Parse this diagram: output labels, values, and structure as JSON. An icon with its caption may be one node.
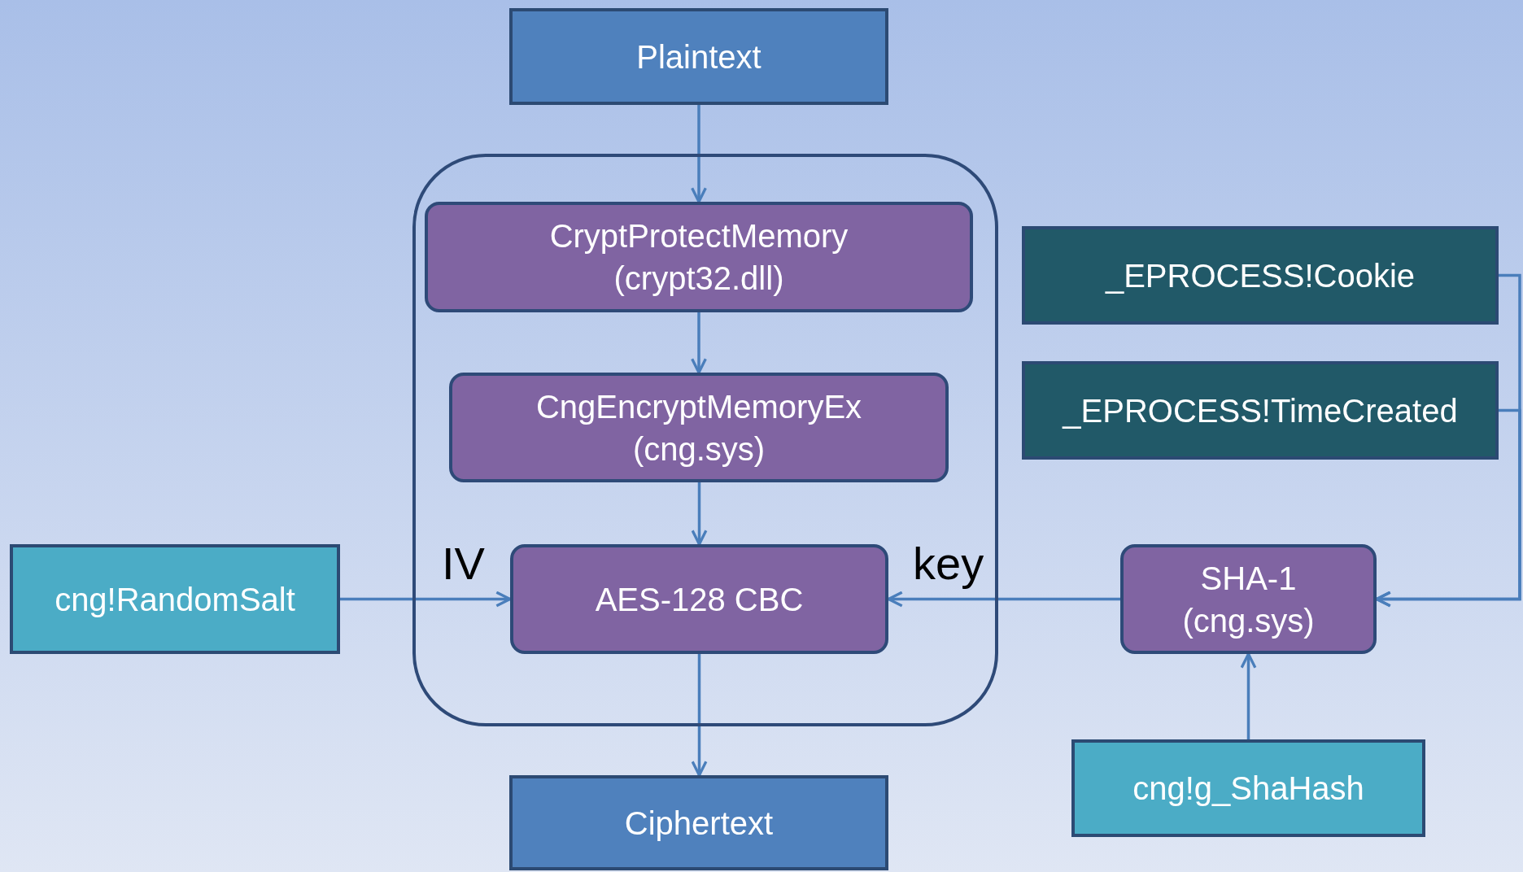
{
  "diagram": {
    "nodes": [
      {
        "text": [
          "Plaintext"
        ]
      },
      {
        "text": [],
        "shape": "box"
      },
      {
        "text": [
          "CryptProtectMemory (crypt32.dll)"
        ],
        "in": 1
      },
      {
        "text": [
          "CngEncryptMemoryEx (cng.sys)"
        ],
        "in": 1
      },
      {
        "text": [
          "AES-128 CBC"
        ],
        "in": 1
      },
      {
        "text": [
          "Ciphertext"
        ]
      },
      {
        "text": [
          "cng!RandomSalt"
        ]
      },
      {
        "text": [
          "_EPROCESS!Cookie"
        ]
      },
      {
        "text": [
          "_EPROCESS!TimeCreated"
        ]
      },
      {
        "text": [
          "SHA-1 (cng.sys)"
        ]
      },
      {
        "text": [
          "cng!g_ShaHash"
        ]
      }
    ],
    "edges": [
      {
        "from": 0,
        "to": 2,
        "arrow": "to"
      },
      {
        "from": 2,
        "to": 3,
        "arrow": "to"
      },
      {
        "from": 3,
        "to": 4,
        "arrow": "to"
      },
      {
        "from": 4,
        "to": 5,
        "arrow": "to"
      },
      {
        "from": 6,
        "to": 4,
        "arrow": "to",
        "label": "IV"
      },
      {
        "from": 9,
        "to": 4,
        "arrow": "to",
        "label": "key"
      },
      {
        "from": 7,
        "to": 9,
        "arrow": "to"
      },
      {
        "from": 8,
        "to": 9,
        "arrow": "to"
      },
      {
        "from": 10,
        "to": 9,
        "arrow": "to"
      }
    ]
  }
}
